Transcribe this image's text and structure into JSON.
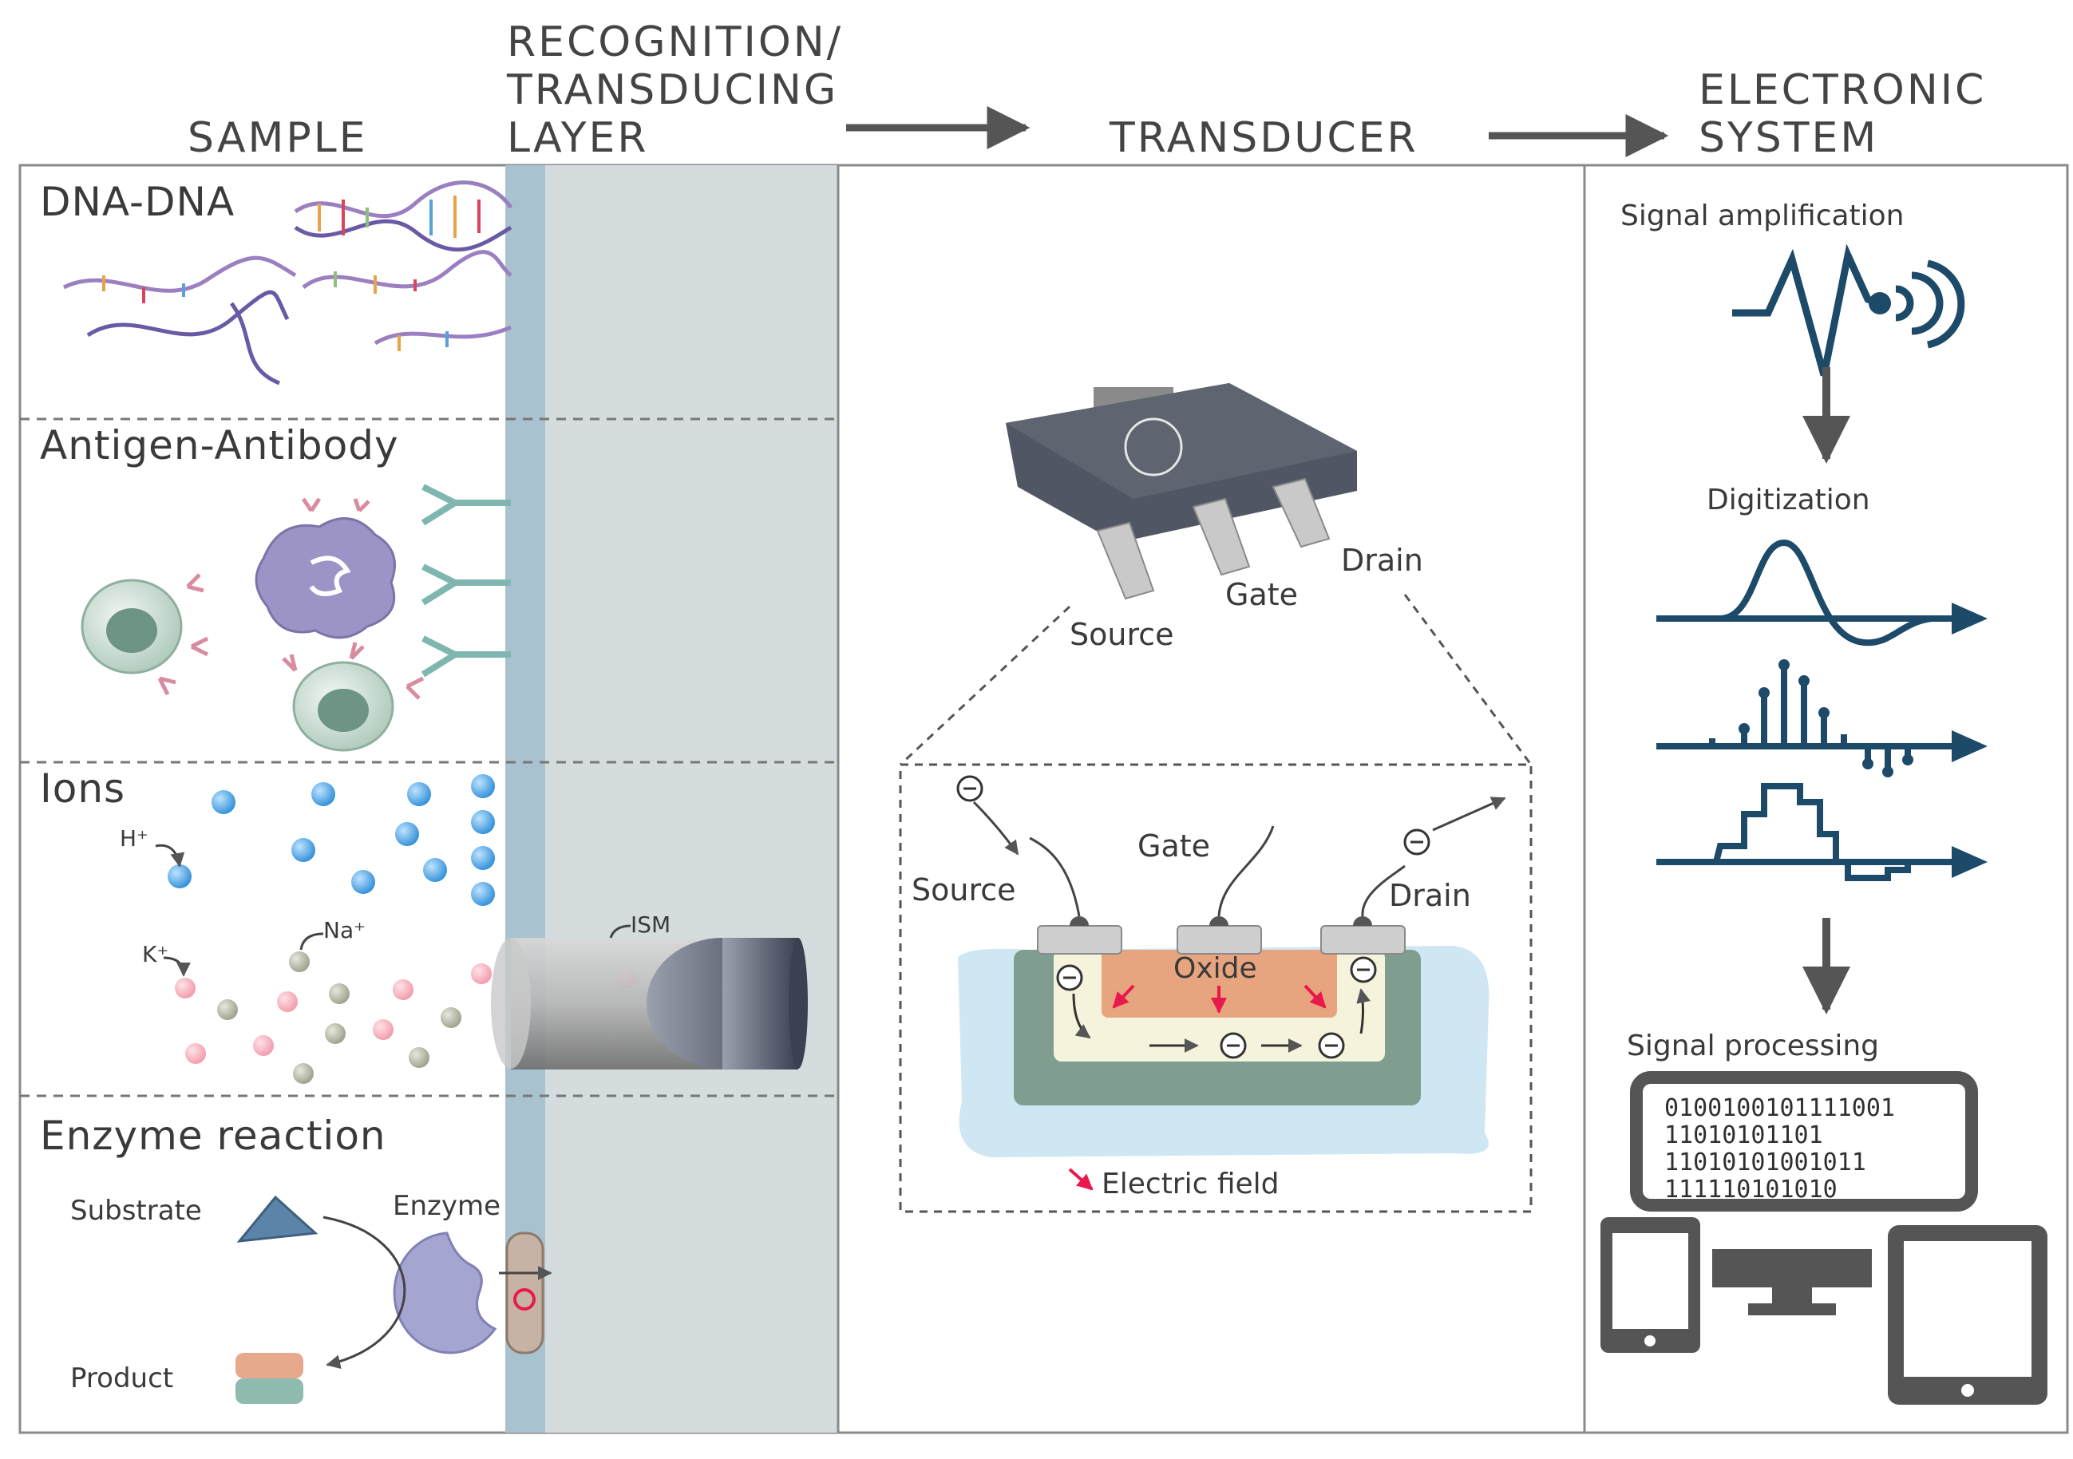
{
  "headers": {
    "sample": "SAMPLE",
    "recognition_line1": "RECOGNITION/",
    "recognition_line2": "TRANSDUCING",
    "recognition_line3": "LAYER",
    "transducer": "TRANSDUCER",
    "electronic_line1": "ELECTRONIC",
    "electronic_line2": "SYSTEM"
  },
  "sample_sections": {
    "dna": "DNA-DNA",
    "antigen": "Antigen-Antibody",
    "ions": "Ions",
    "enzyme": "Enzyme reaction"
  },
  "ions": {
    "h": "H⁺",
    "na": "Na⁺",
    "k": "K⁺",
    "ism": "ISM"
  },
  "enzyme": {
    "substrate": "Substrate",
    "enzyme": "Enzyme",
    "product": "Product"
  },
  "transducer": {
    "chip_source": "Source",
    "chip_gate": "Gate",
    "chip_drain": "Drain",
    "detail_source": "Source",
    "detail_gate": "Gate",
    "detail_drain": "Drain",
    "oxide": "Oxide",
    "electric_field": "Electric field"
  },
  "electronic": {
    "amplification": "Signal amplification",
    "digitization": "Digitization",
    "processing": "Signal processing",
    "binary": [
      "0100100101111001",
      "11010101101",
      "11010101001011",
      "111110101010"
    ]
  },
  "colors": {
    "border": "#888888",
    "layer_strip": "#a9c2cf",
    "layer_panel": "#d5dcde",
    "signal": "#1d4a68",
    "electric_field": "#e8194b",
    "device": "#555555",
    "oxide": "#e7a57f",
    "substrate": "#7f9e90"
  }
}
